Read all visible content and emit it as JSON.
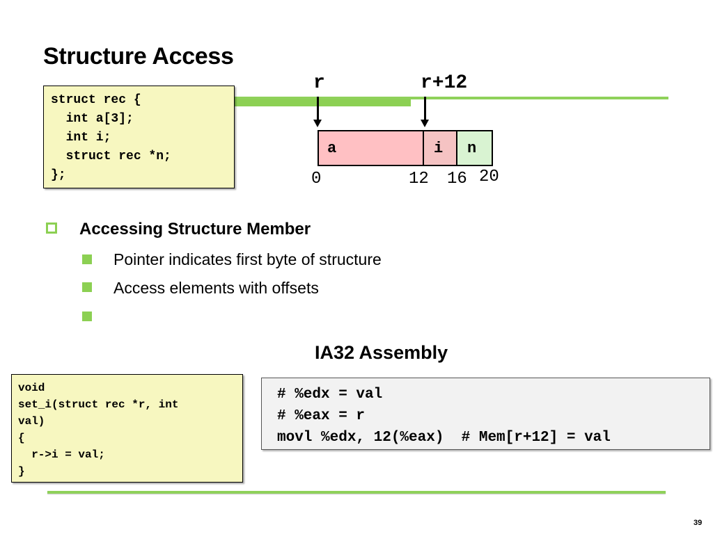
{
  "slide": {
    "title": "Structure Access",
    "page_number": "39"
  },
  "struct_code": "struct rec {\n  int a[3];\n  int i;\n  struct rec *n;\n};",
  "diagram": {
    "pointer_r": "r",
    "pointer_r12": "r+12",
    "cells": [
      "a",
      "i",
      "n"
    ],
    "offsets": [
      "0",
      "12",
      "16",
      "20"
    ],
    "colors": {
      "a": "#ffc0c3",
      "i": "#f5c3c3",
      "n": "#d9f3d2"
    }
  },
  "bullets": {
    "main": "Accessing Structure Member",
    "sub": [
      "Pointer indicates first byte of structure",
      "Access elements with offsets",
      ""
    ]
  },
  "func_code": "void\nset_i(struct rec *r, int\nval)\n{\n  r->i = val;\n}",
  "asm": {
    "heading": "IA32 Assembly",
    "code": "# %edx = val\n# %eax = r\nmovl %edx, 12(%eax)  # Mem[r+12] = val"
  },
  "accent_color": "#8cd053"
}
